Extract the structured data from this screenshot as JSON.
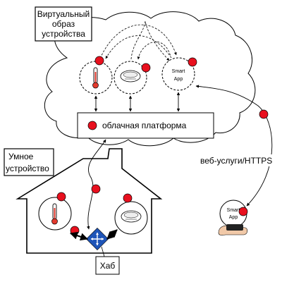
{
  "labels": {
    "virtual_image": [
      "Виртуальный",
      "образ",
      "устройства"
    ],
    "cloud_platform": "облачная платформа",
    "smart_device": [
      "Умное",
      "устройство"
    ],
    "web_services": "веб-услуги/HTTPS",
    "hub": "Хаб",
    "smart_app_cloud": [
      "Smart",
      "App"
    ],
    "smart_app_phone": [
      "Smart",
      "App"
    ]
  },
  "colors": {
    "event_dot": "#e8101e",
    "hub": "#1f55b8",
    "thermometer_bulb": "#e23a2e",
    "stroke": "#000000"
  },
  "icons": [
    "thermometer-icon",
    "smoke-detector-icon",
    "hub-icon",
    "phone-icon",
    "cloud-outline",
    "house-outline"
  ]
}
